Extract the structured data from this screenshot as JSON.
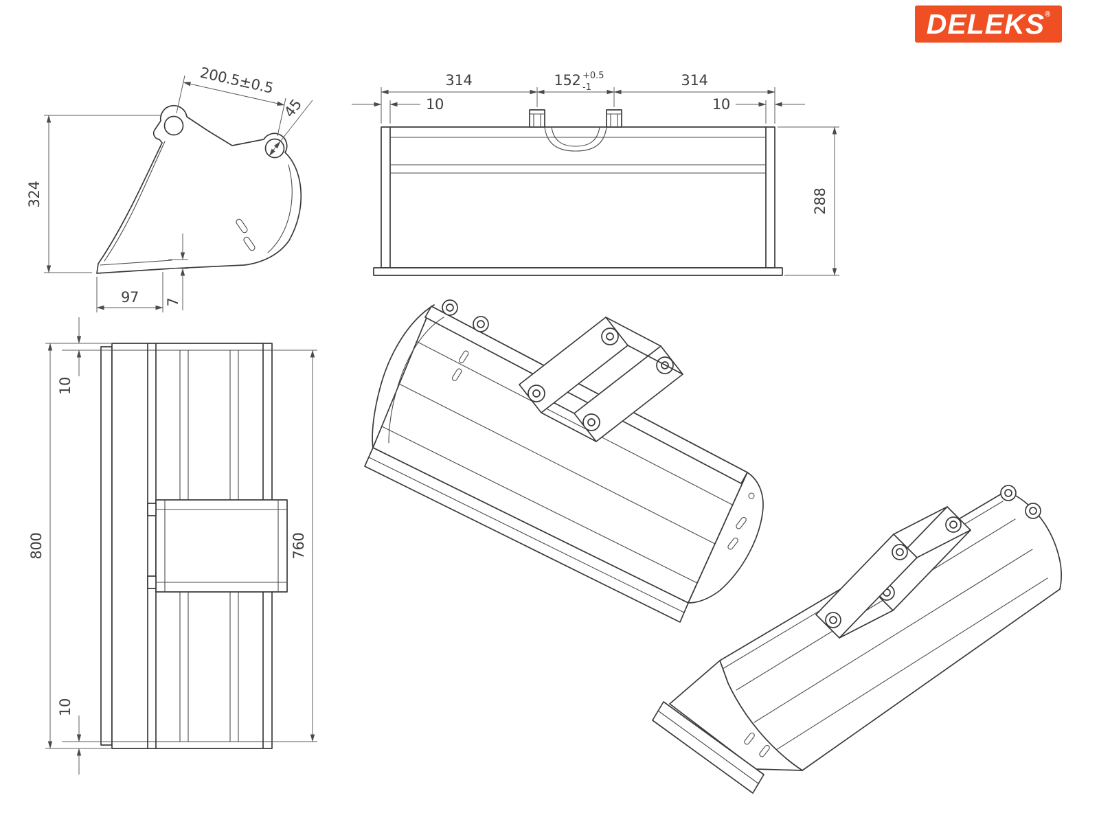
{
  "page": {
    "background": "#ffffff"
  },
  "logo": {
    "text": "DELEKS",
    "registered": "®",
    "bg_color": "#f04e23",
    "text_color": "#ffffff"
  },
  "views": {
    "side": {
      "dims": {
        "pin_distance": "200.5±0.5",
        "pin_offset": "45",
        "height": "324",
        "blade_length": "97",
        "blade_thickness": "7"
      }
    },
    "front": {
      "dims": {
        "left_section": "314",
        "center_section": "152",
        "center_tol_plus": "+0.5",
        "center_tol_minus": "-1",
        "right_section": "314",
        "left_wall": "10",
        "right_wall": "10",
        "height": "288"
      }
    },
    "plan": {
      "dims": {
        "top_flange": "10",
        "overall_width": "800",
        "inner_width": "760",
        "bottom_flange": "10"
      }
    }
  }
}
